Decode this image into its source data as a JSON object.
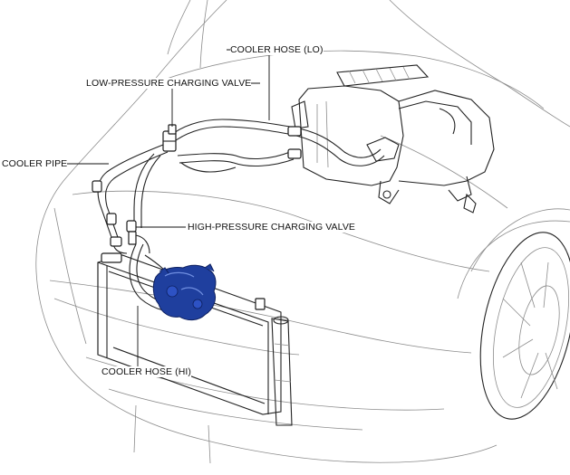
{
  "callouts": {
    "cooler_hose_lo": "COOLER HOSE (LO)",
    "low_pressure_valve": "LOW-PRESSURE CHARGING VALVE",
    "cooler_pipe": "COOLER PIPE",
    "high_pressure_valve": "HIGH-PRESSURE CHARGING VALVE",
    "cooler_hose_hi": "COOLER HOSE (HI)"
  },
  "colors": {
    "highlight_component": "#1f3f9e",
    "outline": "#222222",
    "body_lines": "#8c8c8c"
  }
}
